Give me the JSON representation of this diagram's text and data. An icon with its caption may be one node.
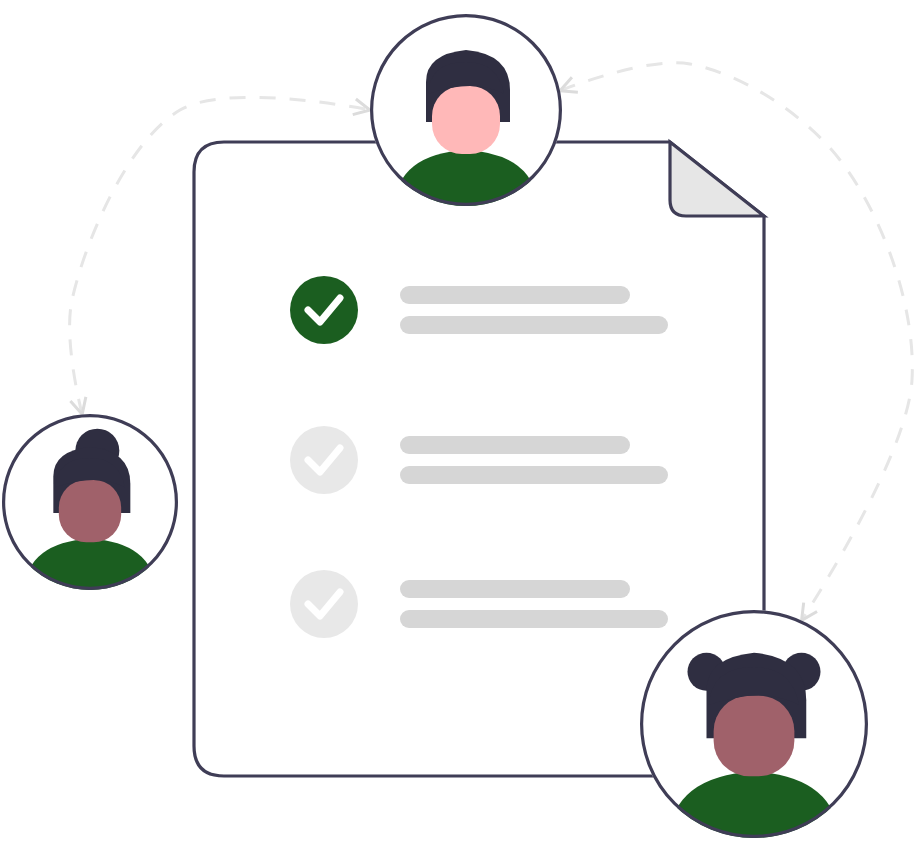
{
  "diagram": {
    "nodes": [
      {
        "text": [],
        "shape": "person"
      },
      {
        "text": [],
        "shape": "person"
      },
      {
        "text": [],
        "shape": "person"
      }
    ],
    "edges": [
      {
        "from": 1,
        "to": 0,
        "arrow": "both",
        "style": "dashed"
      },
      {
        "from": 0,
        "to": 2,
        "arrow": "both",
        "style": "dashed"
      }
    ]
  }
}
